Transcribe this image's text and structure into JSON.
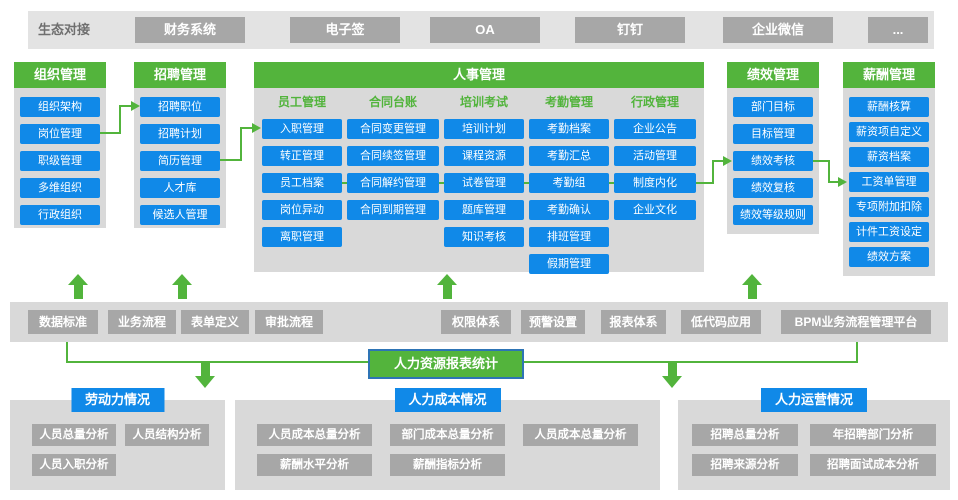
{
  "colors": {
    "green": "#53b43c",
    "blue": "#1089e8",
    "gray_button": "#a7a7a7",
    "panel_gray": "#d9d9d9",
    "report_border": "#2e74b5"
  },
  "eco": {
    "label": "生态对接",
    "items": [
      "财务系统",
      "电子签",
      "OA",
      "钉钉",
      "企业微信",
      "..."
    ]
  },
  "columns": [
    {
      "title": "组织管理",
      "items": [
        "组织架构",
        "岗位管理",
        "职级管理",
        "多维组织",
        "行政组织"
      ]
    },
    {
      "title": "招聘管理",
      "items": [
        "招聘职位",
        "招聘计划",
        "简历管理",
        "人才库",
        "候选人管理"
      ]
    },
    {
      "title": "人事管理",
      "groups": [
        {
          "title": "员工管理",
          "items": [
            "入职管理",
            "转正管理",
            "员工档案",
            "岗位异动",
            "离职管理"
          ]
        },
        {
          "title": "合同台账",
          "items": [
            "合同变更管理",
            "合同续签管理",
            "合同解约管理",
            "合同到期管理"
          ]
        },
        {
          "title": "培训考试",
          "items": [
            "培训计划",
            "课程资源",
            "试卷管理",
            "题库管理",
            "知识考核"
          ]
        },
        {
          "title": "考勤管理",
          "items": [
            "考勤档案",
            "考勤汇总",
            "考勤组",
            "考勤确认",
            "排班管理",
            "假期管理"
          ]
        },
        {
          "title": "行政管理",
          "items": [
            "企业公告",
            "活动管理",
            "制度内化",
            "企业文化"
          ]
        }
      ]
    },
    {
      "title": "绩效管理",
      "items": [
        "部门目标",
        "目标管理",
        "绩效考核",
        "绩效复核",
        "绩效等级规则"
      ]
    },
    {
      "title": "薪酬管理",
      "items": [
        "薪酬核算",
        "薪资项自定义",
        "薪资档案",
        "工资单管理",
        "专项附加扣除",
        "计件工资设定",
        "绩效方案"
      ]
    }
  ],
  "platform": {
    "items": [
      "数据标准",
      "业务流程",
      "表单定义",
      "审批流程",
      "权限体系",
      "预警设置",
      "报表体系",
      "低代码应用",
      "BPM业务流程管理平台"
    ]
  },
  "report": {
    "title": "人力资源报表统计"
  },
  "panels": [
    {
      "title": "劳动力情况",
      "rows": [
        [
          "人员总量分析",
          "人员结构分析"
        ],
        [
          "人员入职分析"
        ]
      ]
    },
    {
      "title": "人力成本情况",
      "rows": [
        [
          "人员成本总量分析",
          "部门成本总量分析",
          "人员成本总量分析"
        ],
        [
          "薪酬水平分析",
          "薪酬指标分析"
        ]
      ]
    },
    {
      "title": "人力运营情况",
      "rows": [
        [
          "招聘总量分析",
          "年招聘部门分析"
        ],
        [
          "招聘来源分析",
          "招聘面试成本分析"
        ]
      ]
    }
  ]
}
